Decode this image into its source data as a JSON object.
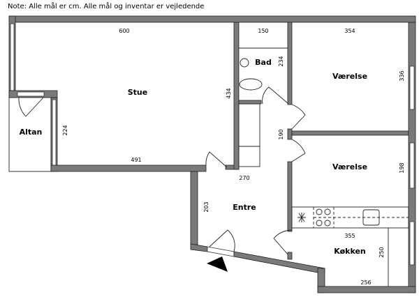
{
  "note": "Note: Alle mål er cm. Alle mål og inventar er vejledende",
  "rooms": {
    "stue": "Stue",
    "altan": "Altan",
    "bad": "Bad",
    "vaerelse1": "Værelse",
    "vaerelse2": "Værelse",
    "entre": "Entre",
    "koekken": "Køkken"
  },
  "dimensions": {
    "stue_top": "600",
    "stue_bottom": "491",
    "stue_side": "434",
    "altan_side": "224",
    "bad_top": "150",
    "bad_side": "234",
    "vaerelse1_top": "354",
    "vaerelse1_side": "336",
    "hall_side": "190",
    "vaerelse2_side": "198",
    "entre_top": "270",
    "entre_side": "203",
    "koekken_top": "355",
    "koekken_side": "250",
    "koekken_bottom": "256"
  }
}
